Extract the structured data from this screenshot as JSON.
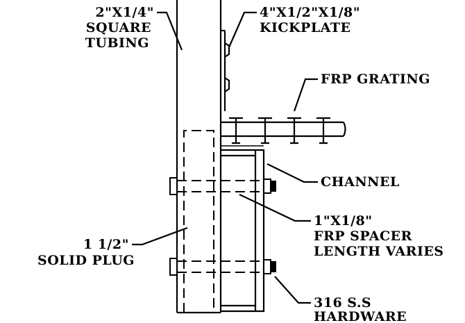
{
  "labels": {
    "tubing": [
      "2\"X1/4\"",
      "SQUARE",
      "TUBING"
    ],
    "kickplate": [
      "4\"X1/2\"X1/8\"",
      "KICKPLATE"
    ],
    "grating": "FRP GRATING",
    "channel": "CHANNEL",
    "spacer": [
      "1\"X1/8\"",
      "FRP SPACER",
      "LENGTH VARIES"
    ],
    "plug": [
      "1 1/2\"",
      "SOLID PLUG"
    ],
    "hardware": [
      "316 S.S",
      "HARDWARE"
    ]
  }
}
